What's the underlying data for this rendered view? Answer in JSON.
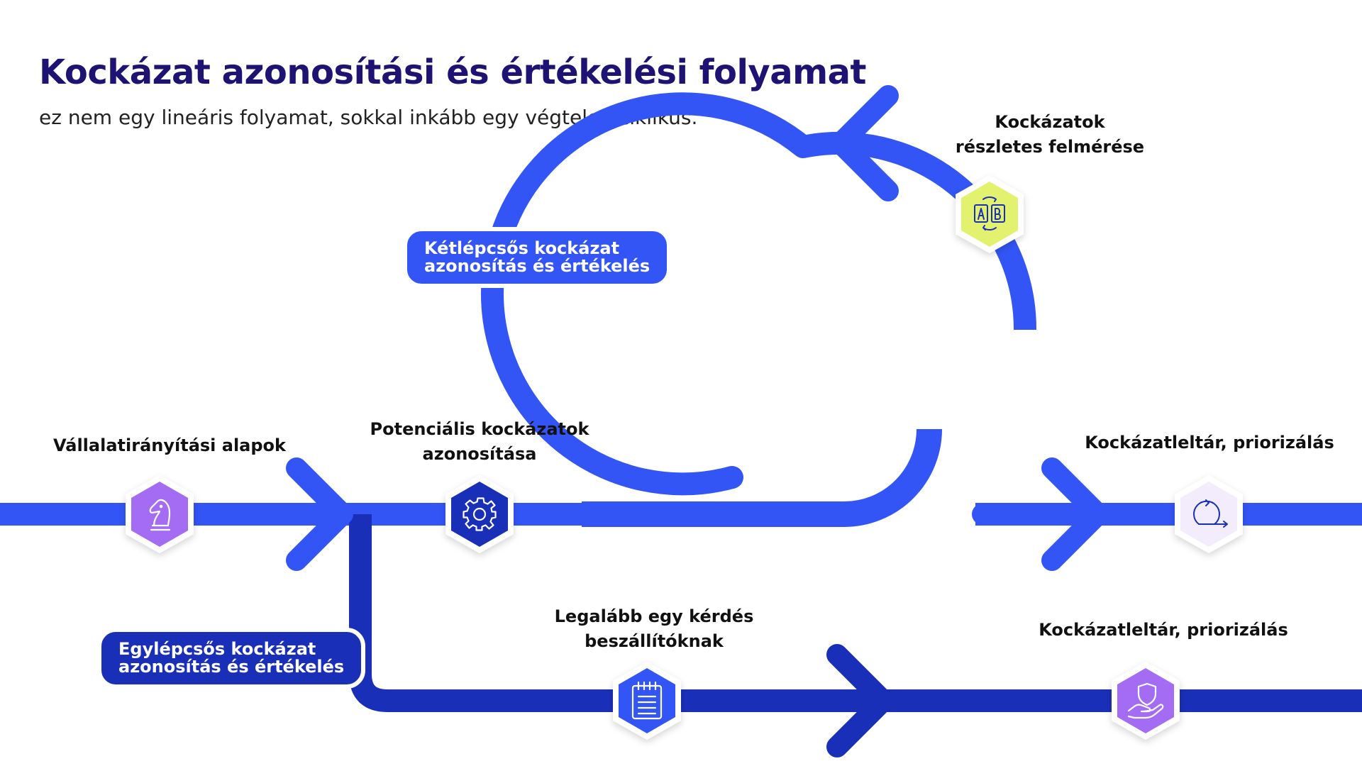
{
  "title": "Kockázat azonosítási és értékelési folyamat",
  "subtitle": "ez nem egy lineáris folyamat, sokkal inkább egy végtelen ciklikus.",
  "colors": {
    "title": "#1e1373",
    "flow_main": "#3355f5",
    "flow_dark": "#1a2fb8",
    "pill_light": "#3355f5",
    "pill_dark": "#1a2fb8"
  },
  "steps": {
    "vallalat": {
      "line1": "Vállalatirányítási alapok",
      "icon": "chess-knight-icon"
    },
    "potencialis": {
      "line1": "Potenciális kockázatok",
      "line2": "azonosítása",
      "icon": "gear-icon"
    },
    "reszletes": {
      "line1": "Kockázatok",
      "line2": "részletes felmérése",
      "icon": "ab-compare-icon"
    },
    "leltar_top": {
      "line1": "Kockázatleltár, priorizálás",
      "icon": "cycle-arrow-icon"
    },
    "kerdes": {
      "line1": "Legalább egy kérdés",
      "line2": "beszállítóknak",
      "icon": "notepad-icon"
    },
    "leltar_bottom": {
      "line1": "Kockázatleltár, priorizálás",
      "icon": "hand-shield-icon"
    }
  },
  "pills": {
    "two_step": {
      "line1": "Kétlépcsős kockázat",
      "line2": "azonosítás és értékelés"
    },
    "one_step": {
      "line1": "Egylépcsős kockázat",
      "line2": "azonosítás és értékelés"
    }
  }
}
